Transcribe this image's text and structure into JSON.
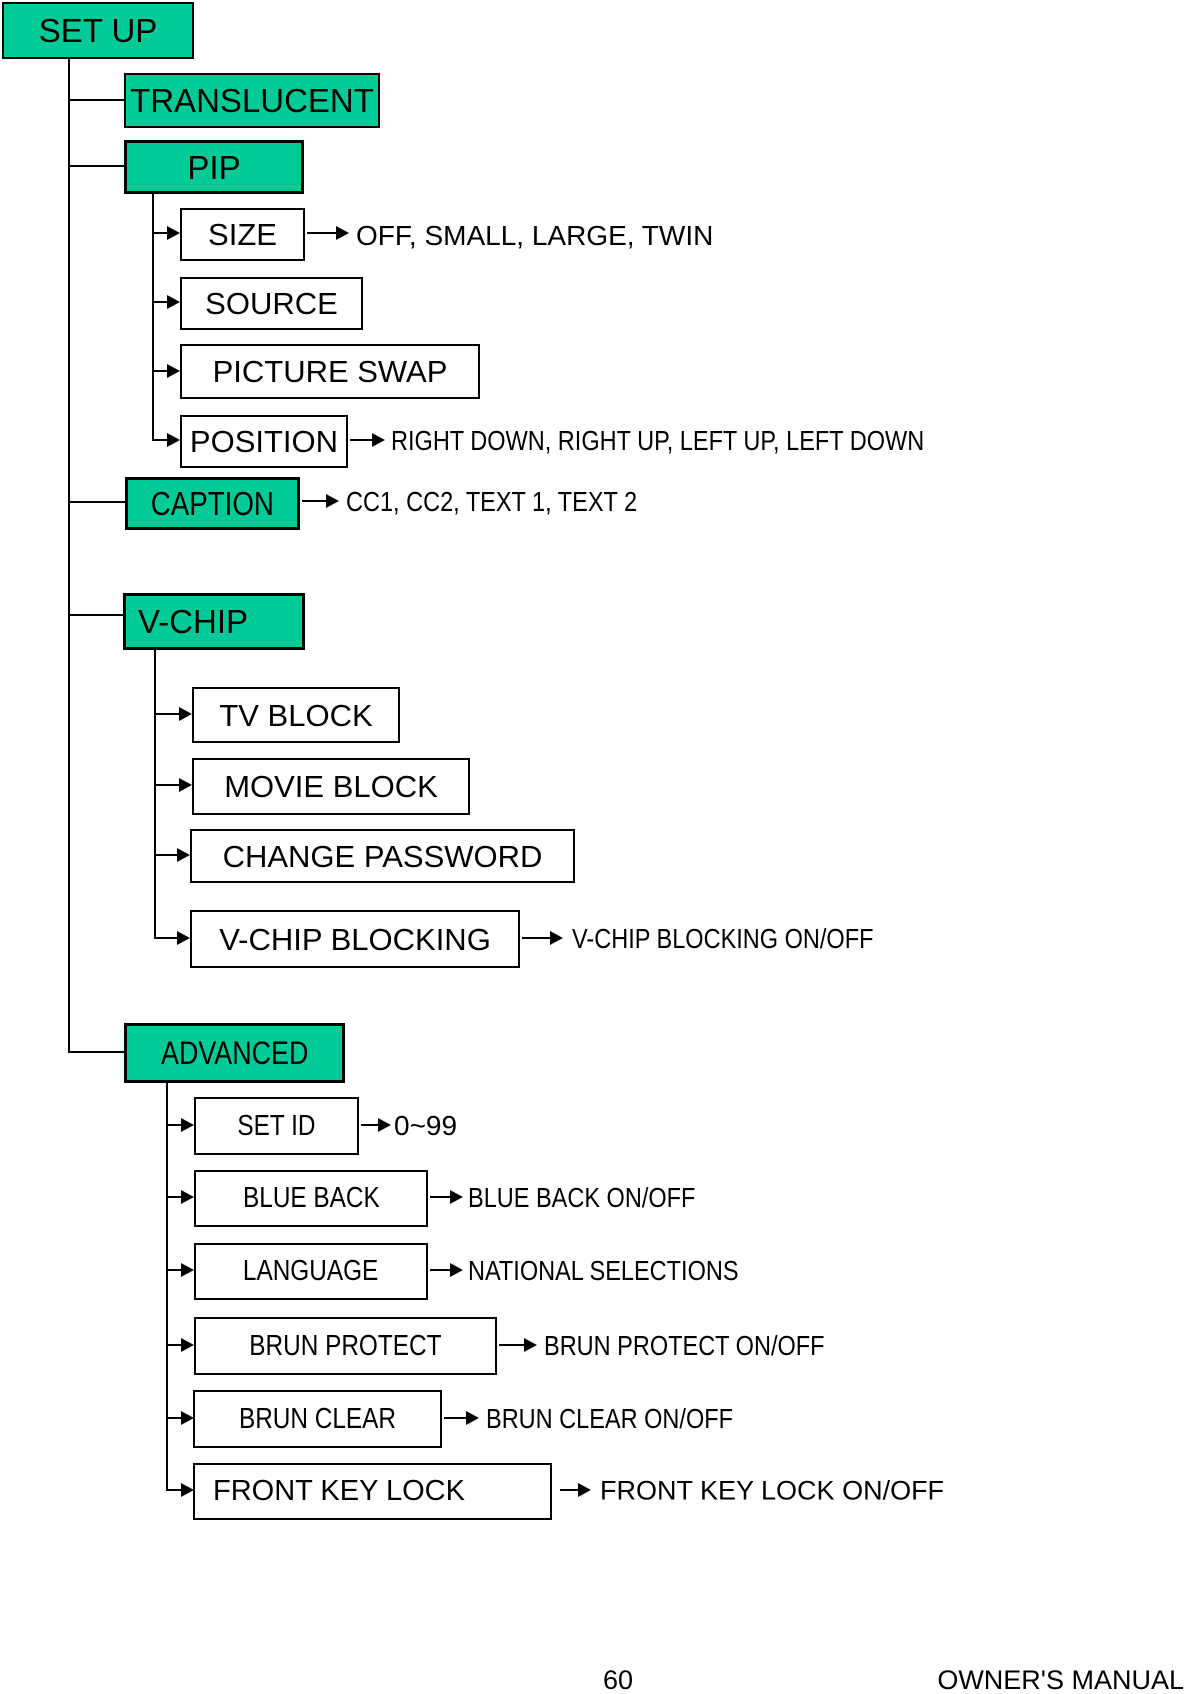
{
  "colors": {
    "green": "#00CB97",
    "line": "#000000",
    "page_bg": "#FFFFFF"
  },
  "footer": {
    "page_number": "60",
    "manual_label": "OWNER'S MANUAL"
  },
  "tree": {
    "root": {
      "label": "SET UP"
    },
    "branches": [
      {
        "label": "TRANSLUCENT"
      },
      {
        "label": "PIP",
        "children": [
          {
            "label": "SIZE",
            "options": "OFF, SMALL, LARGE, TWIN"
          },
          {
            "label": "SOURCE"
          },
          {
            "label": "PICTURE SWAP"
          },
          {
            "label": "POSITION",
            "options": "RIGHT DOWN, RIGHT UP, LEFT UP, LEFT DOWN"
          }
        ]
      },
      {
        "label": "CAPTION",
        "options": "CC1, CC2, TEXT 1, TEXT 2"
      },
      {
        "label": "V-CHIP",
        "children": [
          {
            "label": "TV BLOCK"
          },
          {
            "label": "MOVIE BLOCK"
          },
          {
            "label": "CHANGE PASSWORD"
          },
          {
            "label": "V-CHIP BLOCKING",
            "options": "V-CHIP BLOCKING ON/OFF"
          }
        ]
      },
      {
        "label": "ADVANCED",
        "children": [
          {
            "label": "SET ID",
            "options": "0~99"
          },
          {
            "label": "BLUE BACK",
            "options": "BLUE BACK ON/OFF"
          },
          {
            "label": "LANGUAGE",
            "options": "NATIONAL SELECTIONS"
          },
          {
            "label": "BRUN PROTECT",
            "options": "BRUN PROTECT ON/OFF"
          },
          {
            "label": "BRUN CLEAR",
            "options": "BRUN CLEAR ON/OFF"
          },
          {
            "label": "FRONT KEY LOCK",
            "options": "FRONT KEY LOCK ON/OFF"
          }
        ]
      }
    ]
  }
}
